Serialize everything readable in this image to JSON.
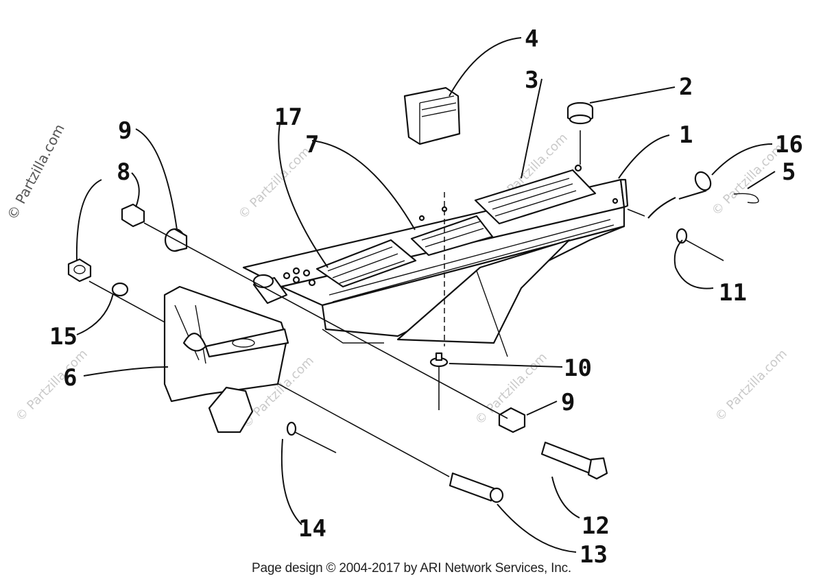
{
  "watermark": {
    "vertical": "© Partzilla.com",
    "tiled": "© Partzilla.com"
  },
  "callouts": {
    "c1": "1",
    "c2": "2",
    "c3": "3",
    "c4": "4",
    "c5": "5",
    "c6": "6",
    "c7": "7",
    "c8": "8",
    "c9a": "9",
    "c9b": "9",
    "c10": "10",
    "c11": "11",
    "c12": "12",
    "c13": "13",
    "c14": "14",
    "c15": "15",
    "c16": "16",
    "c17": "17"
  },
  "footer": {
    "text": "Page design © 2004-2017 by ARI Network Services, Inc."
  }
}
